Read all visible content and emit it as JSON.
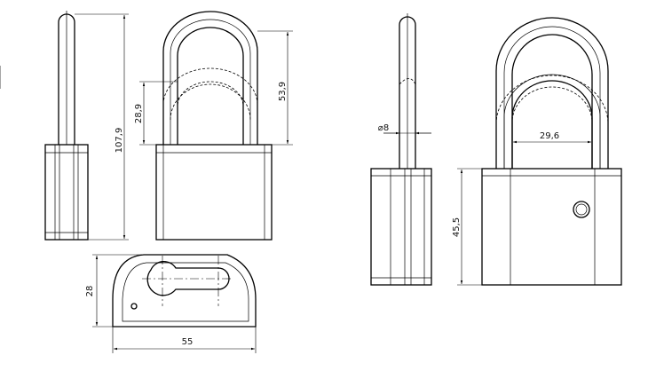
{
  "dimensions": {
    "total_height": "107,9",
    "shackle_height": "53,9",
    "shackle_clearance": "28,9",
    "shackle_diameter": "⌀8",
    "inner_width": "29,6",
    "body_height": "45,5",
    "body_depth": "28",
    "body_width": "55"
  }
}
